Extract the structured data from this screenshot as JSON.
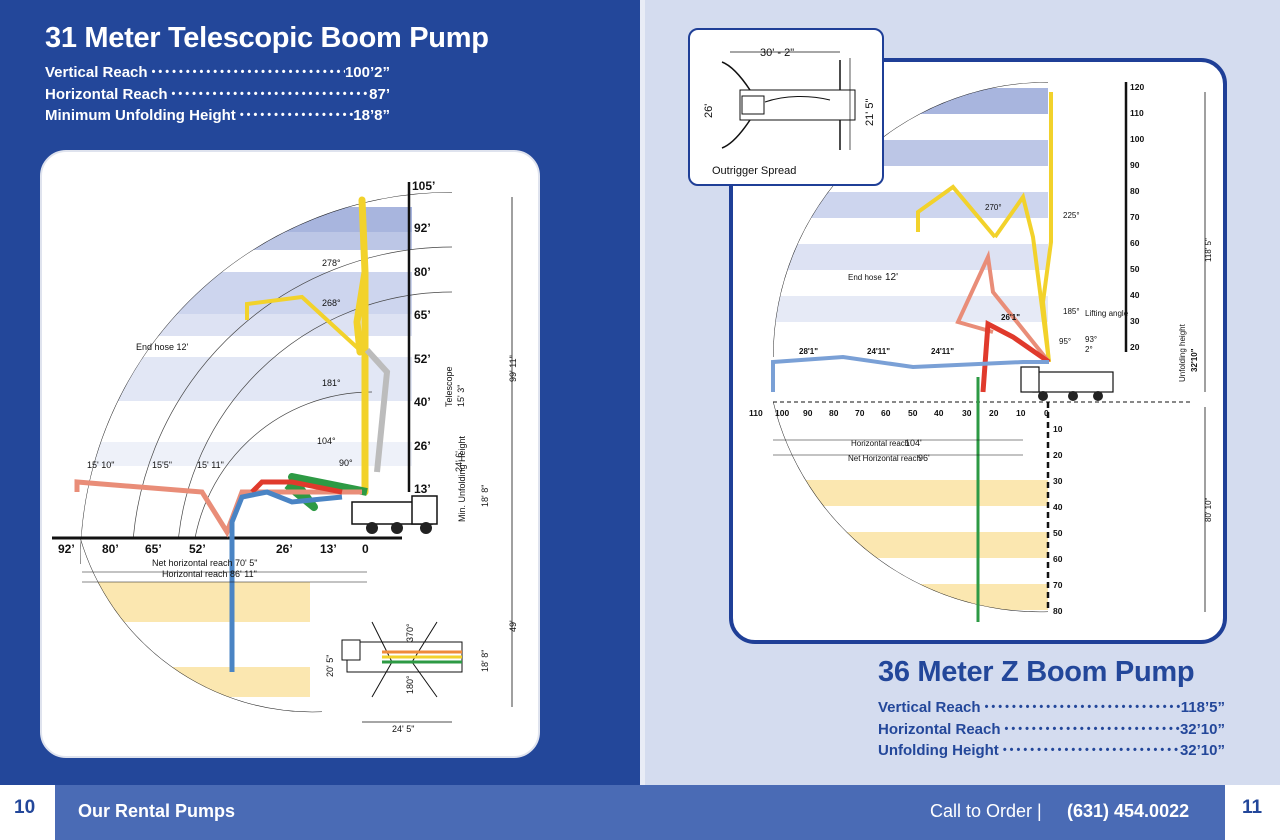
{
  "left_page": {
    "title": "31 Meter Telescopic Boom Pump",
    "specs": [
      {
        "label": "Vertical Reach",
        "value": "100’2”"
      },
      {
        "label": "Horizontal Reach",
        "value": "87’"
      },
      {
        "label": "Minimum Unfolding Height",
        "value": "18’8”"
      }
    ],
    "diagram": {
      "height_ticks": [
        "105’",
        "92’",
        "80’",
        "65’",
        "52’",
        "40’",
        "26’",
        "13’"
      ],
      "ground_ticks": [
        "92’",
        "80’",
        "65’",
        "52’",
        "26’",
        "13’",
        "0"
      ],
      "segments": [
        "15' 10\"",
        "15'5\"",
        "15' 11\""
      ],
      "angles": [
        "278°",
        "268°",
        "181°",
        "104°",
        "90°"
      ],
      "end_hose": "End hose 12'",
      "telescope_label": "Telescope",
      "telescope_value": "15' 3\"",
      "height_24": "24' 6'",
      "unfold_label": "Min. Unfolding Height",
      "unfold_value": "18' 8\"",
      "total_height": "99' 11\"",
      "net_reach": "Net horizontal reach 70' 5\"",
      "horiz_reach": "Horizontal reach 86' 11\"",
      "depth": "49'",
      "inset_dims": [
        "20' 5\"",
        "370°",
        "18' 8\"",
        "180°",
        "24' 5\""
      ]
    }
  },
  "right_page": {
    "title": "36 Meter Z Boom Pump",
    "specs": [
      {
        "label": "Vertical Reach",
        "value": "118’5”"
      },
      {
        "label": "Horizontal Reach",
        "value": "32’10”"
      },
      {
        "label": "Unfolding Height",
        "value": "32’10”"
      }
    ],
    "diagram": {
      "height_ticks": [
        "120",
        "110",
        "100",
        "90",
        "80",
        "70",
        "60",
        "50",
        "40",
        "30",
        "20"
      ],
      "depth_ticks": [
        "10",
        "20",
        "30",
        "40",
        "50",
        "60",
        "70",
        "80"
      ],
      "ground_ticks": [
        "110",
        "100",
        "90",
        "80",
        "70",
        "60",
        "50",
        "40",
        "30",
        "20",
        "10",
        "0"
      ],
      "segments": [
        "28'1\"",
        "24'11\"",
        "24'11\""
      ],
      "angles": [
        "270°",
        "225°",
        "185°",
        "95°",
        "93°",
        "2°"
      ],
      "seg_top": "26'1\"",
      "lifting_angle": "Lifting angle",
      "end_hose_label": "End hose",
      "end_hose_value": "12'",
      "horiz_label": "Horizontal reach",
      "horiz_value": "104'",
      "net_label": "Net Horizontal reach",
      "net_value": "96'",
      "unfold_label": "Unfolding height",
      "unfold_value": "32'10\"",
      "total_height": "118' 5\"",
      "depth_total": "80' 10\""
    },
    "outrigger": {
      "label": "Outrigger Spread",
      "width": "30' - 2\"",
      "left": "26'",
      "right": "21' 5\""
    }
  },
  "footer": {
    "page_left": "10",
    "section": "Our Rental Pumps",
    "call_label": "Call to Order |",
    "phone": "(631) 454.0022",
    "page_right": "11"
  }
}
